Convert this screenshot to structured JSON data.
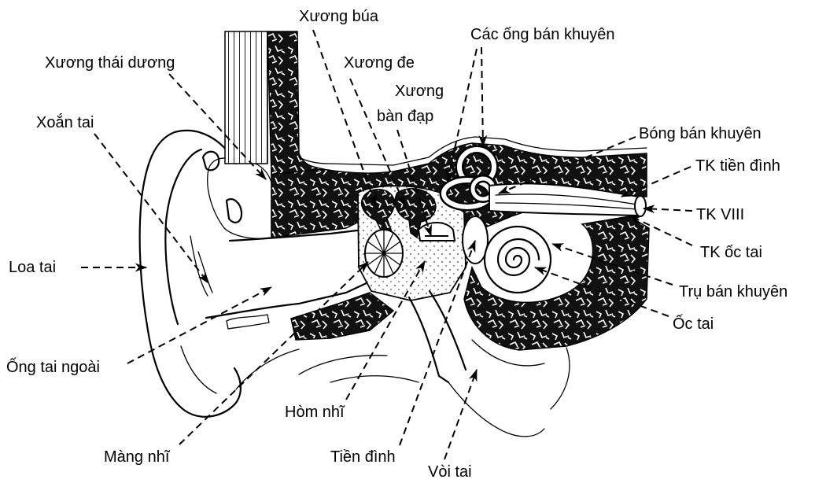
{
  "diagram": {
    "labels": {
      "xuong_bua": "Xương búa",
      "cac_ong_ban_khuyen": "Các ống bán khuyên",
      "xuong_thai_duong": "Xương thái dương",
      "xuong_de": "Xương đe",
      "xuong_ban_dap_line1": "Xương",
      "xuong_ban_dap_line2": "bàn đạp",
      "xoan_tai": "Xoắn tai",
      "bong_ban_khuyen": "Bóng bán khuyên",
      "tk_tien_dinh": "TK tiền đình",
      "tk_viii": "TK VIII",
      "loa_tai": "Loa tai",
      "tk_oc_tai": "TK ốc tai",
      "tru_ban_khuyen": "Trụ bán khuyên",
      "oc_tai": "Ốc tai",
      "ong_tai_ngoai": "Ống tai ngoài",
      "hom_nhi": "Hòm nhĩ",
      "mang_nhi": "Màng nhĩ",
      "tien_dinh": "Tiền đình",
      "voi_tai": "Vòi tai"
    }
  }
}
